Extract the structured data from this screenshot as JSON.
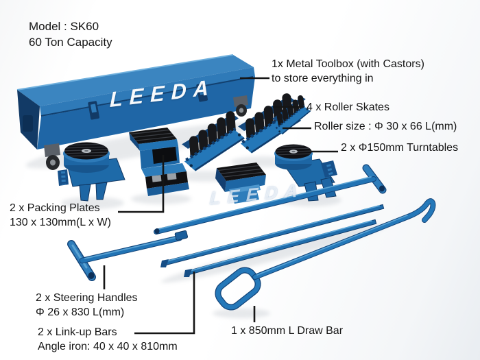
{
  "product": {
    "model": "Model : SK60",
    "capacity": "60 Ton Capacity",
    "brand_watermark": "LEEDA"
  },
  "callouts": {
    "toolbox": {
      "line1": "1x Metal Toolbox (with Castors)",
      "line2": "to store everything in"
    },
    "roller_skates": {
      "line1": "4 x Roller Skates"
    },
    "roller_size": {
      "line1": "Roller size : Φ 30 x 66 L(mm)"
    },
    "turntables": {
      "line1": "2 x Φ150mm Turntables"
    },
    "packing_plates": {
      "line1": "2 x Packing Plates",
      "line2": "130 x 130mm(L x W)"
    },
    "steering_handles": {
      "line1": "2 x Steering Handles",
      "line2": "Φ 26 x 830 L(mm)"
    },
    "linkup_bars": {
      "line1": "2 x Link-up Bars",
      "line2": "Angle iron: 40 x 40 x 810mm"
    },
    "draw_bar": {
      "line1": "1 x 850mm L Draw Bar"
    }
  },
  "colors": {
    "equipment_blue": "#2173b4",
    "equipment_blue_light": "#4f9ad0",
    "equipment_blue_dark": "#15497e",
    "equipment_navy": "#0d3058",
    "roller_black": "#131316",
    "leader_line": "#151515",
    "label_text": "#141414",
    "background": "#ffffff",
    "watermark": "#ffffff"
  }
}
